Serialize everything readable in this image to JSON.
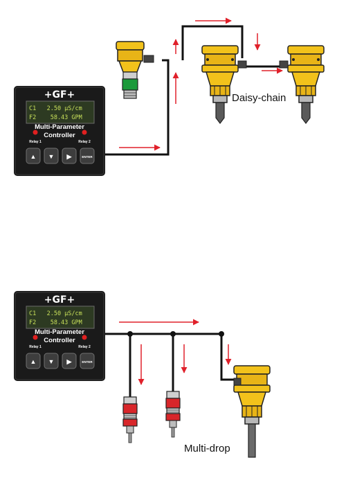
{
  "controller": {
    "brand": "+GF+",
    "display_line1": "C1   2.50 µS/cm",
    "display_line2": "F2    58.43 GPM",
    "title_line1": "Multi-Parameter",
    "title_line2": "Controller",
    "relay1": "Relay 1",
    "relay2": "Relay 2",
    "keys": [
      "▲",
      "▼",
      "▶",
      "ENTER"
    ]
  },
  "captions": {
    "daisy_chain": "Daisy-chain",
    "multi_drop": "Multi-drop"
  },
  "colors": {
    "arrow": "#e0202a",
    "wire": "#111111",
    "sensor_yellow": "#f2c21b",
    "sensor_green": "#1a9a3a",
    "sensor_red": "#d8262a"
  }
}
